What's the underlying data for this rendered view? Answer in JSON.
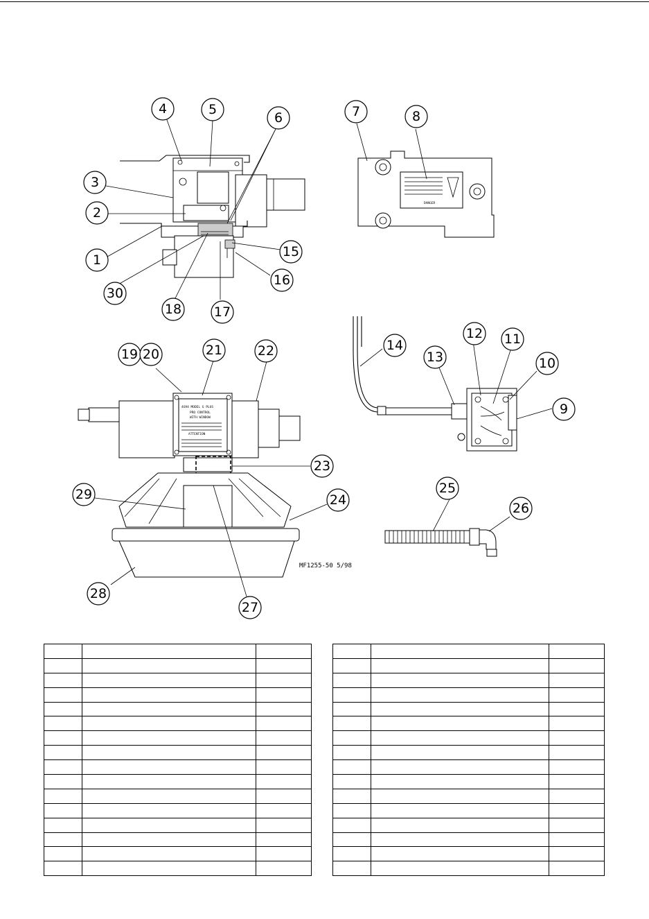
{
  "drawing_ref": "MF1255-50  5/98",
  "callouts": [
    "1",
    "2",
    "3",
    "4",
    "5",
    "6",
    "7",
    "8",
    "9",
    "10",
    "11",
    "12",
    "13",
    "14",
    "15",
    "16",
    "17",
    "18",
    "19",
    "20",
    "21",
    "22",
    "23",
    "24",
    "25",
    "26",
    "27",
    "28",
    "29",
    "30"
  ],
  "label_text": {
    "warning_header": "DANGER",
    "module_title": "4G94 MODEL G PLUS",
    "module_sub1": "PRO CONTROL",
    "module_sub2": "WITH WINDOW",
    "module_caution": "ATTENTION"
  },
  "parts_table_left": {
    "rows": 16,
    "columns": 3
  },
  "parts_table_right": {
    "rows": 16,
    "columns": 3
  }
}
